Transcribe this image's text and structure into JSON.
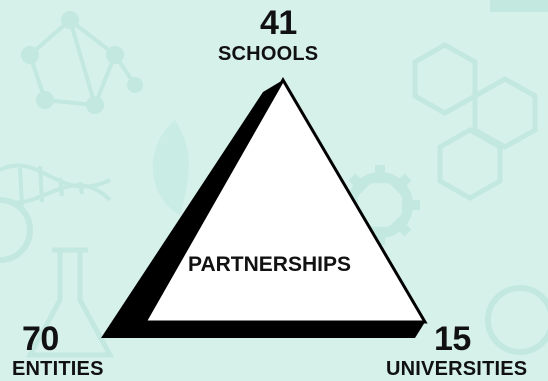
{
  "diagram": {
    "center_label": "PARTNERSHIPS",
    "top": {
      "value": "41",
      "label": "SCHOOLS"
    },
    "bottom_left": {
      "value": "70",
      "label": "ENTITIES"
    },
    "bottom_right": {
      "value": "15",
      "label": "UNIVERSITIES"
    }
  },
  "colors": {
    "background": "#d6f1ea",
    "triangle_fill": "#ffffff",
    "triangle_border": "#000000",
    "text": "#111111",
    "decorations": "#c2e8df"
  },
  "icons": [
    "molecule-icon",
    "hexagon-structure-icon",
    "dna-icon",
    "gear-icon",
    "flask-icon",
    "leaf-icon"
  ]
}
